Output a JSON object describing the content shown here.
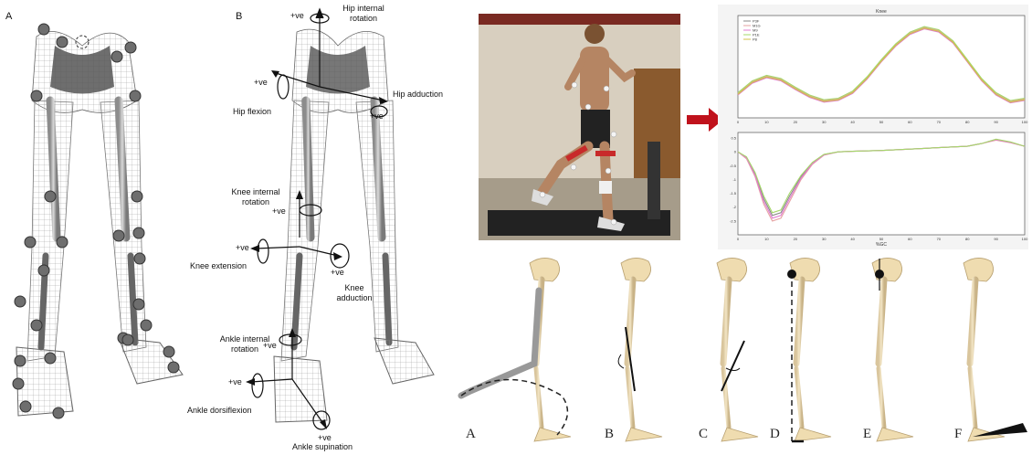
{
  "panels": {
    "left_label": "A",
    "middle_label": "B"
  },
  "axes_annotations": [
    {
      "id": "hip-internal-rotation",
      "text": "Hip internal\nrotation"
    },
    {
      "id": "hip-flexion",
      "text": "Hip flexion"
    },
    {
      "id": "hip-adduction",
      "text": "Hip adduction"
    },
    {
      "id": "knee-internal-rotation",
      "text": "Knee internal\nrotation"
    },
    {
      "id": "knee-extension",
      "text": "Knee extension"
    },
    {
      "id": "knee-adduction",
      "text": "Knee\nadduction"
    },
    {
      "id": "ankle-internal-rotation",
      "text": "Ankle internal\nrotation"
    },
    {
      "id": "ankle-dorsiflexion",
      "text": "Ankle dorsiflexion"
    },
    {
      "id": "ankle-supination",
      "text": "Ankle supination"
    }
  ],
  "positive_marker": "+ve",
  "chart_data": [
    {
      "type": "line",
      "title": "Knee",
      "xlim": [
        0,
        100
      ],
      "ylim": [
        -10,
        120
      ],
      "xticks": [
        0,
        10,
        20,
        30,
        40,
        50,
        60,
        70,
        80,
        90,
        100
      ],
      "legend_position": "top-left",
      "series": [
        {
          "name": "P3F",
          "color": "#8a8a8a",
          "x": [
            0,
            5,
            10,
            15,
            20,
            25,
            30,
            35,
            40,
            45,
            50,
            55,
            60,
            65,
            70,
            75,
            80,
            85,
            90,
            95,
            100
          ],
          "y": [
            20,
            35,
            42,
            38,
            27,
            17,
            11,
            13,
            22,
            40,
            62,
            82,
            97,
            104,
            100,
            86,
            62,
            38,
            20,
            10,
            13
          ]
        },
        {
          "name": "M1G",
          "color": "#e6a3a3",
          "x": [
            0,
            5,
            10,
            15,
            20,
            25,
            30,
            35,
            40,
            45,
            50,
            55,
            60,
            65,
            70,
            75,
            80,
            85,
            90,
            95,
            100
          ],
          "y": [
            21,
            36,
            43,
            39,
            28,
            18,
            12,
            14,
            23,
            41,
            63,
            83,
            98,
            105,
            101,
            87,
            63,
            39,
            21,
            11,
            14
          ]
        },
        {
          "name": "M9",
          "color": "#e07bd0",
          "x": [
            0,
            5,
            10,
            15,
            20,
            25,
            30,
            35,
            40,
            45,
            50,
            55,
            60,
            65,
            70,
            75,
            80,
            85,
            90,
            95,
            100
          ],
          "y": [
            19,
            34,
            41,
            37,
            26,
            16,
            10,
            12,
            21,
            39,
            61,
            81,
            96,
            103,
            99,
            85,
            61,
            37,
            19,
            9,
            12
          ]
        },
        {
          "name": "P1E",
          "color": "#a5d86a",
          "x": [
            0,
            5,
            10,
            15,
            20,
            25,
            30,
            35,
            40,
            45,
            50,
            55,
            60,
            65,
            70,
            75,
            80,
            85,
            90,
            95,
            100
          ],
          "y": [
            22,
            37,
            44,
            40,
            29,
            19,
            13,
            15,
            24,
            42,
            64,
            84,
            99,
            106,
            102,
            88,
            64,
            40,
            22,
            12,
            15
          ]
        },
        {
          "name": "P8",
          "color": "#d0c04a",
          "x": [
            0,
            5,
            10,
            15,
            20,
            25,
            30,
            35,
            40,
            45,
            50,
            55,
            60,
            65,
            70,
            75,
            80,
            85,
            90,
            95,
            100
          ],
          "y": [
            20,
            35,
            42,
            38,
            27,
            17,
            11,
            13,
            22,
            40,
            62,
            82,
            97,
            104,
            100,
            86,
            62,
            38,
            20,
            10,
            13
          ]
        }
      ]
    },
    {
      "type": "line",
      "xlabel": "%GC",
      "xlim": [
        0,
        100
      ],
      "ylim": [
        -3,
        0.7
      ],
      "xticks": [
        0,
        10,
        20,
        30,
        40,
        50,
        60,
        70,
        80,
        90,
        100
      ],
      "yticks": [
        0.5,
        0,
        -0.5,
        -1,
        -1.5,
        -2,
        -2.5
      ],
      "series": [
        {
          "color": "#8a8a8a",
          "x": [
            0,
            3,
            6,
            9,
            12,
            15,
            18,
            22,
            26,
            30,
            35,
            40,
            50,
            60,
            70,
            80,
            85,
            90,
            95,
            100
          ],
          "y": [
            0,
            -0.2,
            -0.8,
            -1.7,
            -2.3,
            -2.2,
            -1.6,
            -0.9,
            -0.4,
            -0.1,
            0,
            0.02,
            0.05,
            0.1,
            0.15,
            0.2,
            0.3,
            0.45,
            0.35,
            0.2
          ]
        },
        {
          "color": "#e6a3a3",
          "x": [
            0,
            3,
            6,
            9,
            12,
            15,
            18,
            22,
            26,
            30,
            35,
            40,
            50,
            60,
            70,
            80,
            85,
            90,
            95,
            100
          ],
          "y": [
            0,
            -0.25,
            -0.9,
            -1.9,
            -2.5,
            -2.4,
            -1.8,
            -1.0,
            -0.45,
            -0.12,
            0,
            0.02,
            0.05,
            0.1,
            0.15,
            0.2,
            0.3,
            0.42,
            0.33,
            0.2
          ]
        },
        {
          "color": "#e07bd0",
          "x": [
            0,
            3,
            6,
            9,
            12,
            15,
            18,
            22,
            26,
            30,
            35,
            40,
            50,
            60,
            70,
            80,
            85,
            90,
            95,
            100
          ],
          "y": [
            0,
            -0.22,
            -0.85,
            -1.8,
            -2.4,
            -2.3,
            -1.7,
            -0.95,
            -0.42,
            -0.11,
            0,
            0.02,
            0.05,
            0.1,
            0.15,
            0.2,
            0.3,
            0.44,
            0.34,
            0.2
          ]
        },
        {
          "color": "#a5d86a",
          "x": [
            0,
            3,
            6,
            9,
            12,
            15,
            18,
            22,
            26,
            30,
            35,
            40,
            50,
            60,
            70,
            80,
            85,
            90,
            95,
            100
          ],
          "y": [
            0,
            -0.18,
            -0.75,
            -1.6,
            -2.2,
            -2.1,
            -1.5,
            -0.85,
            -0.38,
            -0.09,
            0,
            0.02,
            0.05,
            0.1,
            0.15,
            0.2,
            0.3,
            0.46,
            0.36,
            0.2
          ]
        }
      ]
    }
  ],
  "bottom_sequence": [
    "A",
    "B",
    "C",
    "D",
    "E",
    "F"
  ]
}
